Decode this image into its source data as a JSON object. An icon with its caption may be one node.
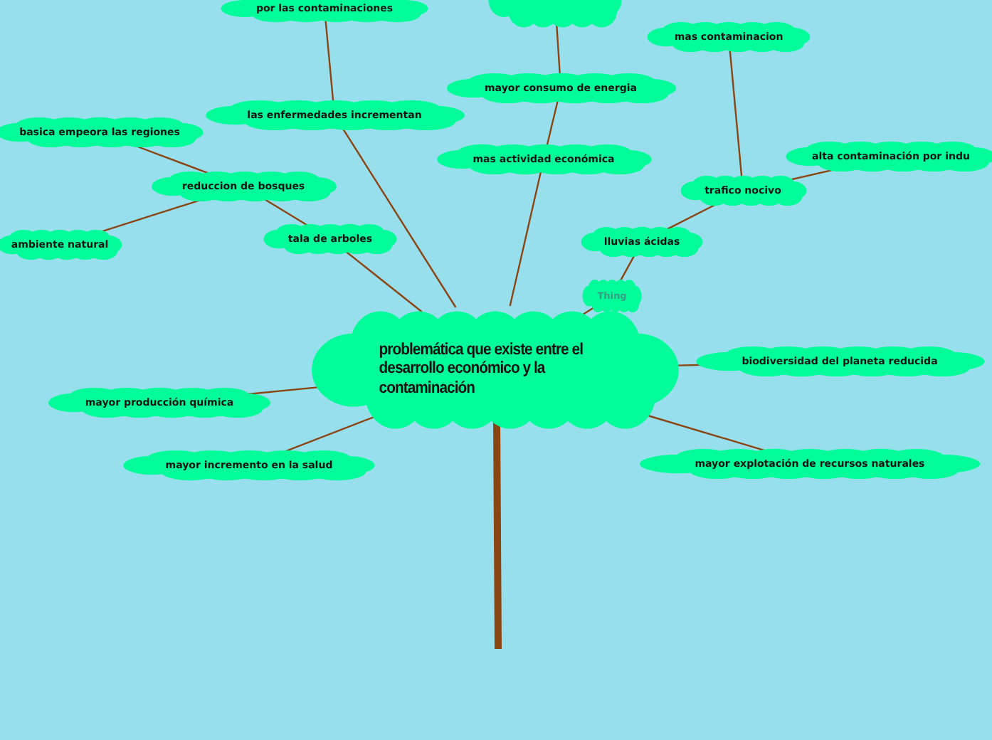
{
  "diagram": {
    "nodes": [
      {
        "text": [],
        "shape": "cloud"
      },
      {
        "text": [
          "por las contaminaciones"
        ]
      },
      {
        "text": [
          "mas contaminacion"
        ]
      },
      {
        "text": [
          "mayor consumo de energia"
        ]
      },
      {
        "text": [
          "las enfermedades incrementan"
        ]
      },
      {
        "text": [
          "basica empeora las regiones"
        ]
      },
      {
        "text": [
          "alta contaminación por indu"
        ]
      },
      {
        "text": [
          "mas actividad económica"
        ]
      },
      {
        "text": [
          "reduccion de bosques"
        ]
      },
      {
        "text": [
          "trafico nocivo"
        ]
      },
      {
        "text": [
          "tala de arboles"
        ]
      },
      {
        "text": [
          "lluvias ácidas"
        ]
      },
      {
        "text": [
          "ambiente natural"
        ]
      },
      {
        "text": [
          "Thing"
        ]
      },
      {
        "text": [
          "problemática que existe entre el desarrollo económico y la contaminación"
        ]
      },
      {
        "text": [
          "biodiversidad del planeta reducida"
        ]
      },
      {
        "text": [
          "mayor producción química"
        ]
      },
      {
        "text": [
          "mayor incremento en la salud"
        ]
      },
      {
        "text": [
          "mayor explotación de recursos naturales"
        ]
      }
    ],
    "edges": [
      {
        "from": 14,
        "to": 4,
        "arrow": "none"
      },
      {
        "from": 4,
        "to": 1,
        "arrow": "none"
      },
      {
        "from": 14,
        "to": 10,
        "arrow": "none"
      },
      {
        "from": 10,
        "to": 8,
        "arrow": "none"
      },
      {
        "from": 8,
        "to": 5,
        "arrow": "none"
      },
      {
        "from": 8,
        "to": 12,
        "arrow": "none"
      },
      {
        "from": 14,
        "to": 7,
        "arrow": "none"
      },
      {
        "from": 7,
        "to": 3,
        "arrow": "none"
      },
      {
        "from": 3,
        "to": 0,
        "arrow": "none"
      },
      {
        "from": 14,
        "to": 13,
        "arrow": "none"
      },
      {
        "from": 13,
        "to": 11,
        "arrow": "none"
      },
      {
        "from": 11,
        "to": 9,
        "arrow": "none"
      },
      {
        "from": 9,
        "to": 2,
        "arrow": "none"
      },
      {
        "from": 9,
        "to": 6,
        "arrow": "none"
      },
      {
        "from": 14,
        "to": 15,
        "arrow": "none"
      },
      {
        "from": 14,
        "to": 18,
        "arrow": "none"
      },
      {
        "from": 14,
        "to": 17,
        "arrow": "none"
      },
      {
        "from": 14,
        "to": 16,
        "arrow": "none"
      }
    ]
  }
}
